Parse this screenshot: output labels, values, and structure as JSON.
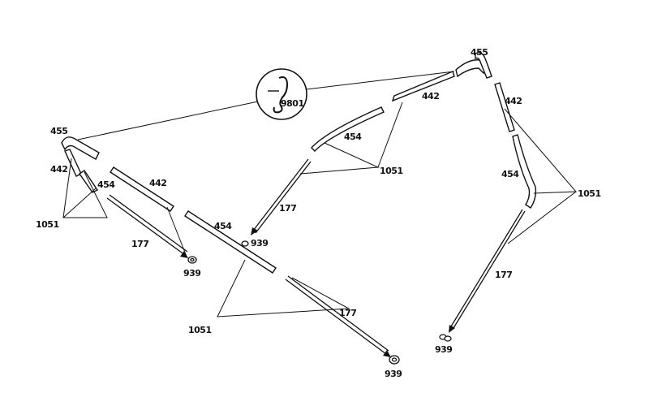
{
  "labels": {
    "ftop_455": "455",
    "ftop_442": "442",
    "ftop_1051": "1051",
    "ftop_454": "454",
    "ftop_177": "177",
    "ftop_939": "939",
    "fwd_442": "442",
    "mid_454": "454",
    "mid_939": "939",
    "mid_1051": "1051",
    "mid_177": "177",
    "mid_939b": "939",
    "arch_442": "442",
    "arch_454": "454",
    "arch_1051": "1051",
    "arch_177": "177",
    "hook_part": "9801",
    "rt_455": "455",
    "rt_442": "442",
    "rt_454": "454",
    "rt_1051": "1051",
    "rt_177": "177",
    "rt_939": "939"
  }
}
